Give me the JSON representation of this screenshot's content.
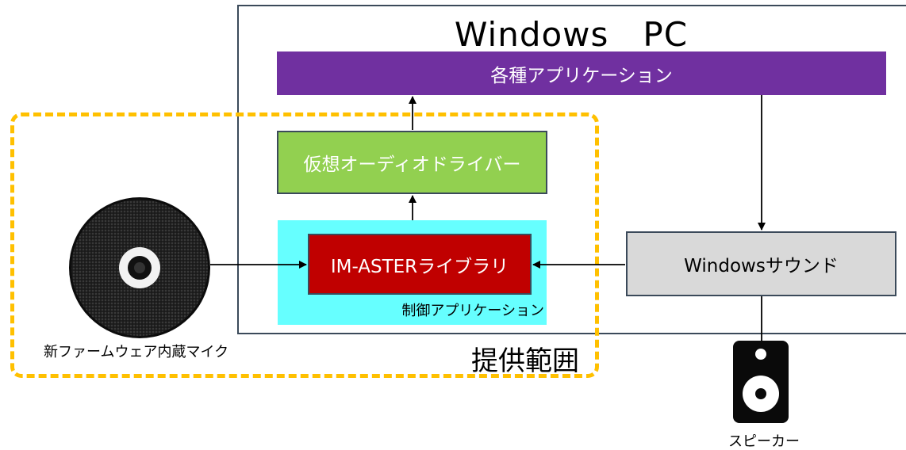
{
  "pc": {
    "title": "Windows　PC"
  },
  "apps": {
    "label": "各種アプリケーション"
  },
  "virtual_driver": {
    "label": "仮想オーディオドライバー"
  },
  "control_app": {
    "label": "制御アプリケーション"
  },
  "library": {
    "label": "IM-ASTERライブラリ"
  },
  "windows_sound": {
    "label": "Windowsサウンド"
  },
  "scope": {
    "label": "提供範囲"
  },
  "microphone": {
    "label": "新ファームウェア内蔵マイク",
    "icon": "microphone-icon"
  },
  "speaker": {
    "label": "スピーカー",
    "icon": "speaker-icon"
  },
  "colors": {
    "apps": "#7030a0",
    "virtual_driver": "#92d050",
    "control_app": "#66ffff",
    "library": "#c00000",
    "windows_sound": "#d9d9d9",
    "scope_border": "#ffc000"
  }
}
